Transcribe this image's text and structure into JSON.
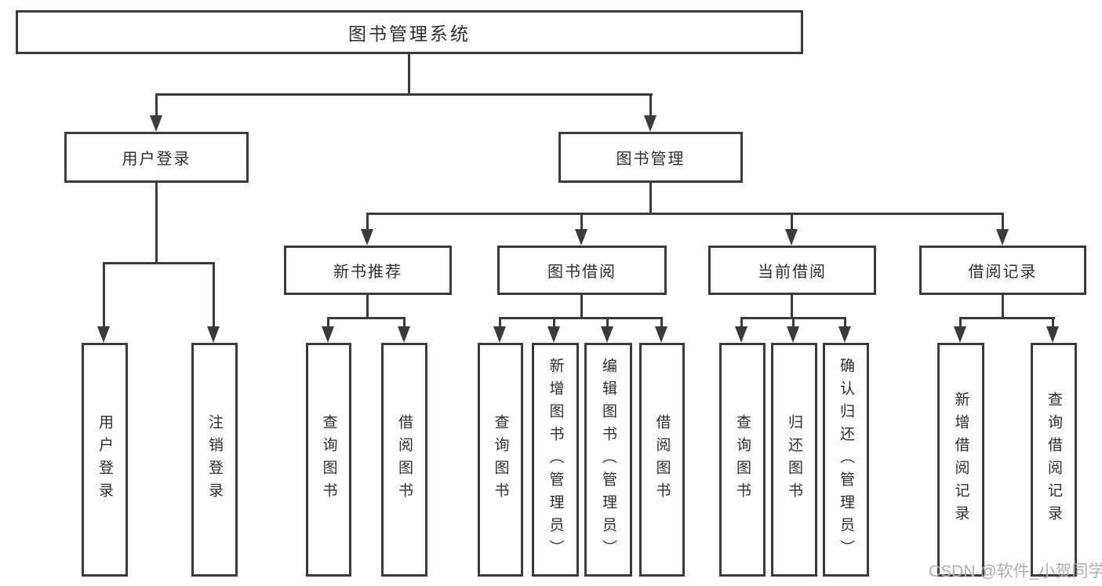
{
  "colors": {
    "line": "#3b3b3b",
    "text": "#2e2e2e",
    "watermark": "#b0b0b0",
    "background": "#ffffff"
  },
  "root": {
    "label": "图书管理系统"
  },
  "branches": {
    "user_login": {
      "label": "用户登录",
      "children": [
        "用户登录",
        "注销登录"
      ]
    },
    "book_management": {
      "label": "图书管理",
      "sections": {
        "new_book_recommend": {
          "label": "新书推荐",
          "children": [
            "查询图书",
            "借阅图书"
          ]
        },
        "book_borrow": {
          "label": "图书借阅",
          "children": [
            "查询图书",
            "新增图书（管理员）",
            "编辑图书（管理员）",
            "借阅图书"
          ]
        },
        "current_borrow": {
          "label": "当前借阅",
          "children": [
            "查询图书",
            "归还图书",
            "确认归还（管理员）"
          ]
        },
        "borrow_records": {
          "label": "借阅记录",
          "children": [
            "新增借阅记录",
            "查询借阅记录"
          ]
        }
      }
    }
  },
  "watermark": "CSDN @软件_小贺同学"
}
